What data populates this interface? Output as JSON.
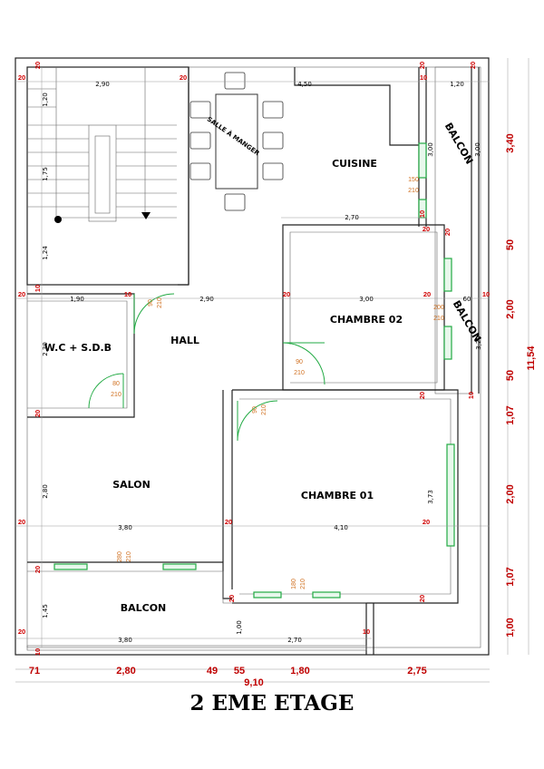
{
  "plan_title": "2 EME ETAGE",
  "rooms": {
    "salle_a_manger": "SALLE À MANGER",
    "cuisine": "CUISINE",
    "balcon_top": "BALCON",
    "balcon_right": "BALCON",
    "chambre_02": "CHAMBRE 02",
    "hall": "HALL",
    "wc_sdb": "W.C + S.D.B",
    "salon": "SALON",
    "chambre_01": "CHAMBRE 01",
    "balcon_bottom": "BALCON"
  },
  "dims_interior": {
    "stair_width": "2,90",
    "top_450": "4,50",
    "top_120": "1,20",
    "cuisine_300": "3,00",
    "balcon_300": "3,00",
    "cuisine_270": "2,70",
    "wc_190": "1,90",
    "hall_290": "2,90",
    "ch02_300": "3,00",
    "ch02_60": "60",
    "ch02_320": "3,20",
    "salon_380": "3,80",
    "ch01_410": "4,10",
    "ch01_373": "3,73",
    "balcon_380": "3,80",
    "balcon_270": "2,70",
    "balcon_100": "1,00",
    "left_120": "1,20",
    "left_175": "1,75",
    "left_124": "1,24",
    "left_230": "2,30",
    "left_280": "2,80",
    "left_145": "1,45"
  },
  "wall_20": "20",
  "wall_10": "10",
  "doors": {
    "cuisine_window_w": "150",
    "cuisine_window_h": "210",
    "wc_door_w": "80",
    "wc_door_h": "210",
    "hall_door_w": "90",
    "hall_door_h": "210",
    "ch02_door_w": "90",
    "ch02_door_h": "210",
    "ch02_win_w": "200",
    "ch02_win_h": "210",
    "ch01_door_w": "90",
    "ch01_door_h": "210",
    "salon_win_w": "280",
    "salon_win_h": "210",
    "ch01_win_w": "180",
    "ch01_win_h": "210"
  },
  "dims_right": {
    "r1": "3,40",
    "r2": "50",
    "r3": "2,00",
    "r4": "50",
    "r5": "1,07",
    "r6": "2,00",
    "r7": "1,07",
    "r8": "1,00",
    "total": "11,54"
  },
  "dims_bottom": {
    "b1": "71",
    "b2": "2,80",
    "b3": "49",
    "b4": "55",
    "b5": "1,80",
    "b6": "2,75",
    "total": "9,10"
  },
  "colors": {
    "wall": "#222222",
    "dimension_red": "#d00000",
    "door_orange": "#d07020",
    "window_green": "#22aa44"
  }
}
